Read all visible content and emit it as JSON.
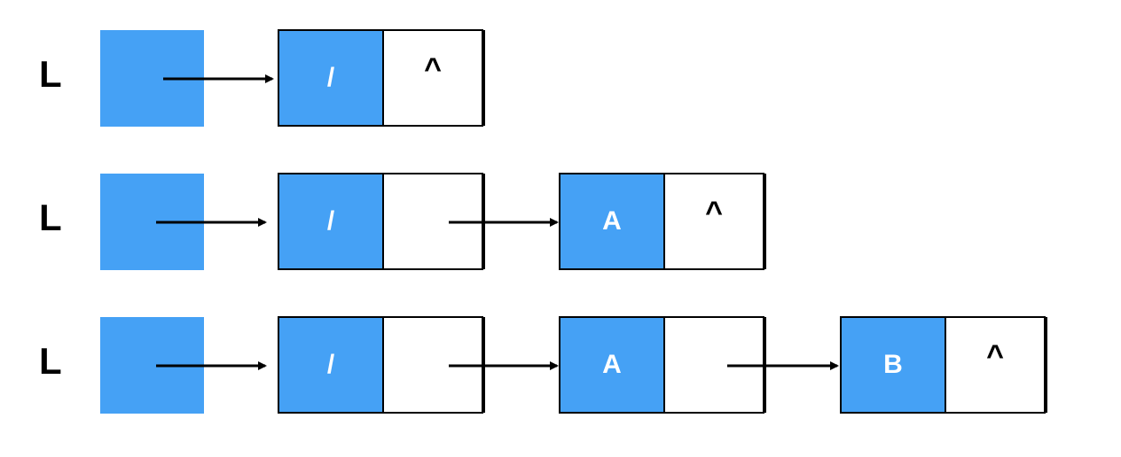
{
  "colors": {
    "data_fill": "#45a1f5",
    "pointer_fill": "#ffffff",
    "stroke": "#000000",
    "data_text": "#ffffff"
  },
  "rows": [
    {
      "label": "L",
      "nodes": [
        {
          "data": "/",
          "next": "^"
        }
      ]
    },
    {
      "label": "L",
      "nodes": [
        {
          "data": "/",
          "next": ""
        },
        {
          "data": "A",
          "next": "^"
        }
      ]
    },
    {
      "label": "L",
      "nodes": [
        {
          "data": "/",
          "next": ""
        },
        {
          "data": "A",
          "next": ""
        },
        {
          "data": "B",
          "next": "^"
        }
      ]
    }
  ]
}
